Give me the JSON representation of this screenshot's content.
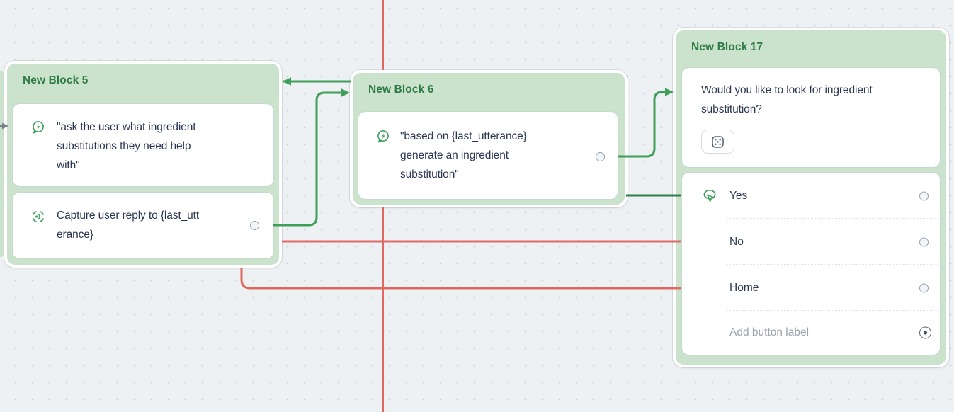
{
  "canvas": {
    "background": "#eef1f3",
    "dot_color": "#cbd1d7"
  },
  "colors": {
    "container_green": "#cbe3cc",
    "header_green": "#2f7b45",
    "connector_green": "#3f9e57",
    "connector_dark_green": "#2e7d46",
    "connector_red": "#e0695f",
    "incoming_arrow_gray": "#77808a",
    "text_navy": "#2b3654",
    "placeholder_gray": "#9aa3ae"
  },
  "blocks": {
    "block5": {
      "title": "New Block 5",
      "cards": [
        {
          "icon": "ai-speak-icon",
          "text": "\"ask the user what ingredient\nsubstitutions they need help\nwith\""
        },
        {
          "icon": "capture-icon",
          "text": "Capture user reply to {last_utt\nerance}"
        }
      ]
    },
    "block6": {
      "title": "New Block 6",
      "cards": [
        {
          "icon": "ai-speak-icon",
          "text": "\"based on {last_utterance}\ngenerate an ingredient\nsubstitution\""
        }
      ]
    },
    "block17": {
      "title": "New Block 17",
      "message": "Would you like to look for ingredient\nsubstitution?",
      "buttons": [
        {
          "label": "Yes"
        },
        {
          "label": "No"
        },
        {
          "label": "Home"
        }
      ],
      "add_button_placeholder": "Add button label"
    }
  }
}
